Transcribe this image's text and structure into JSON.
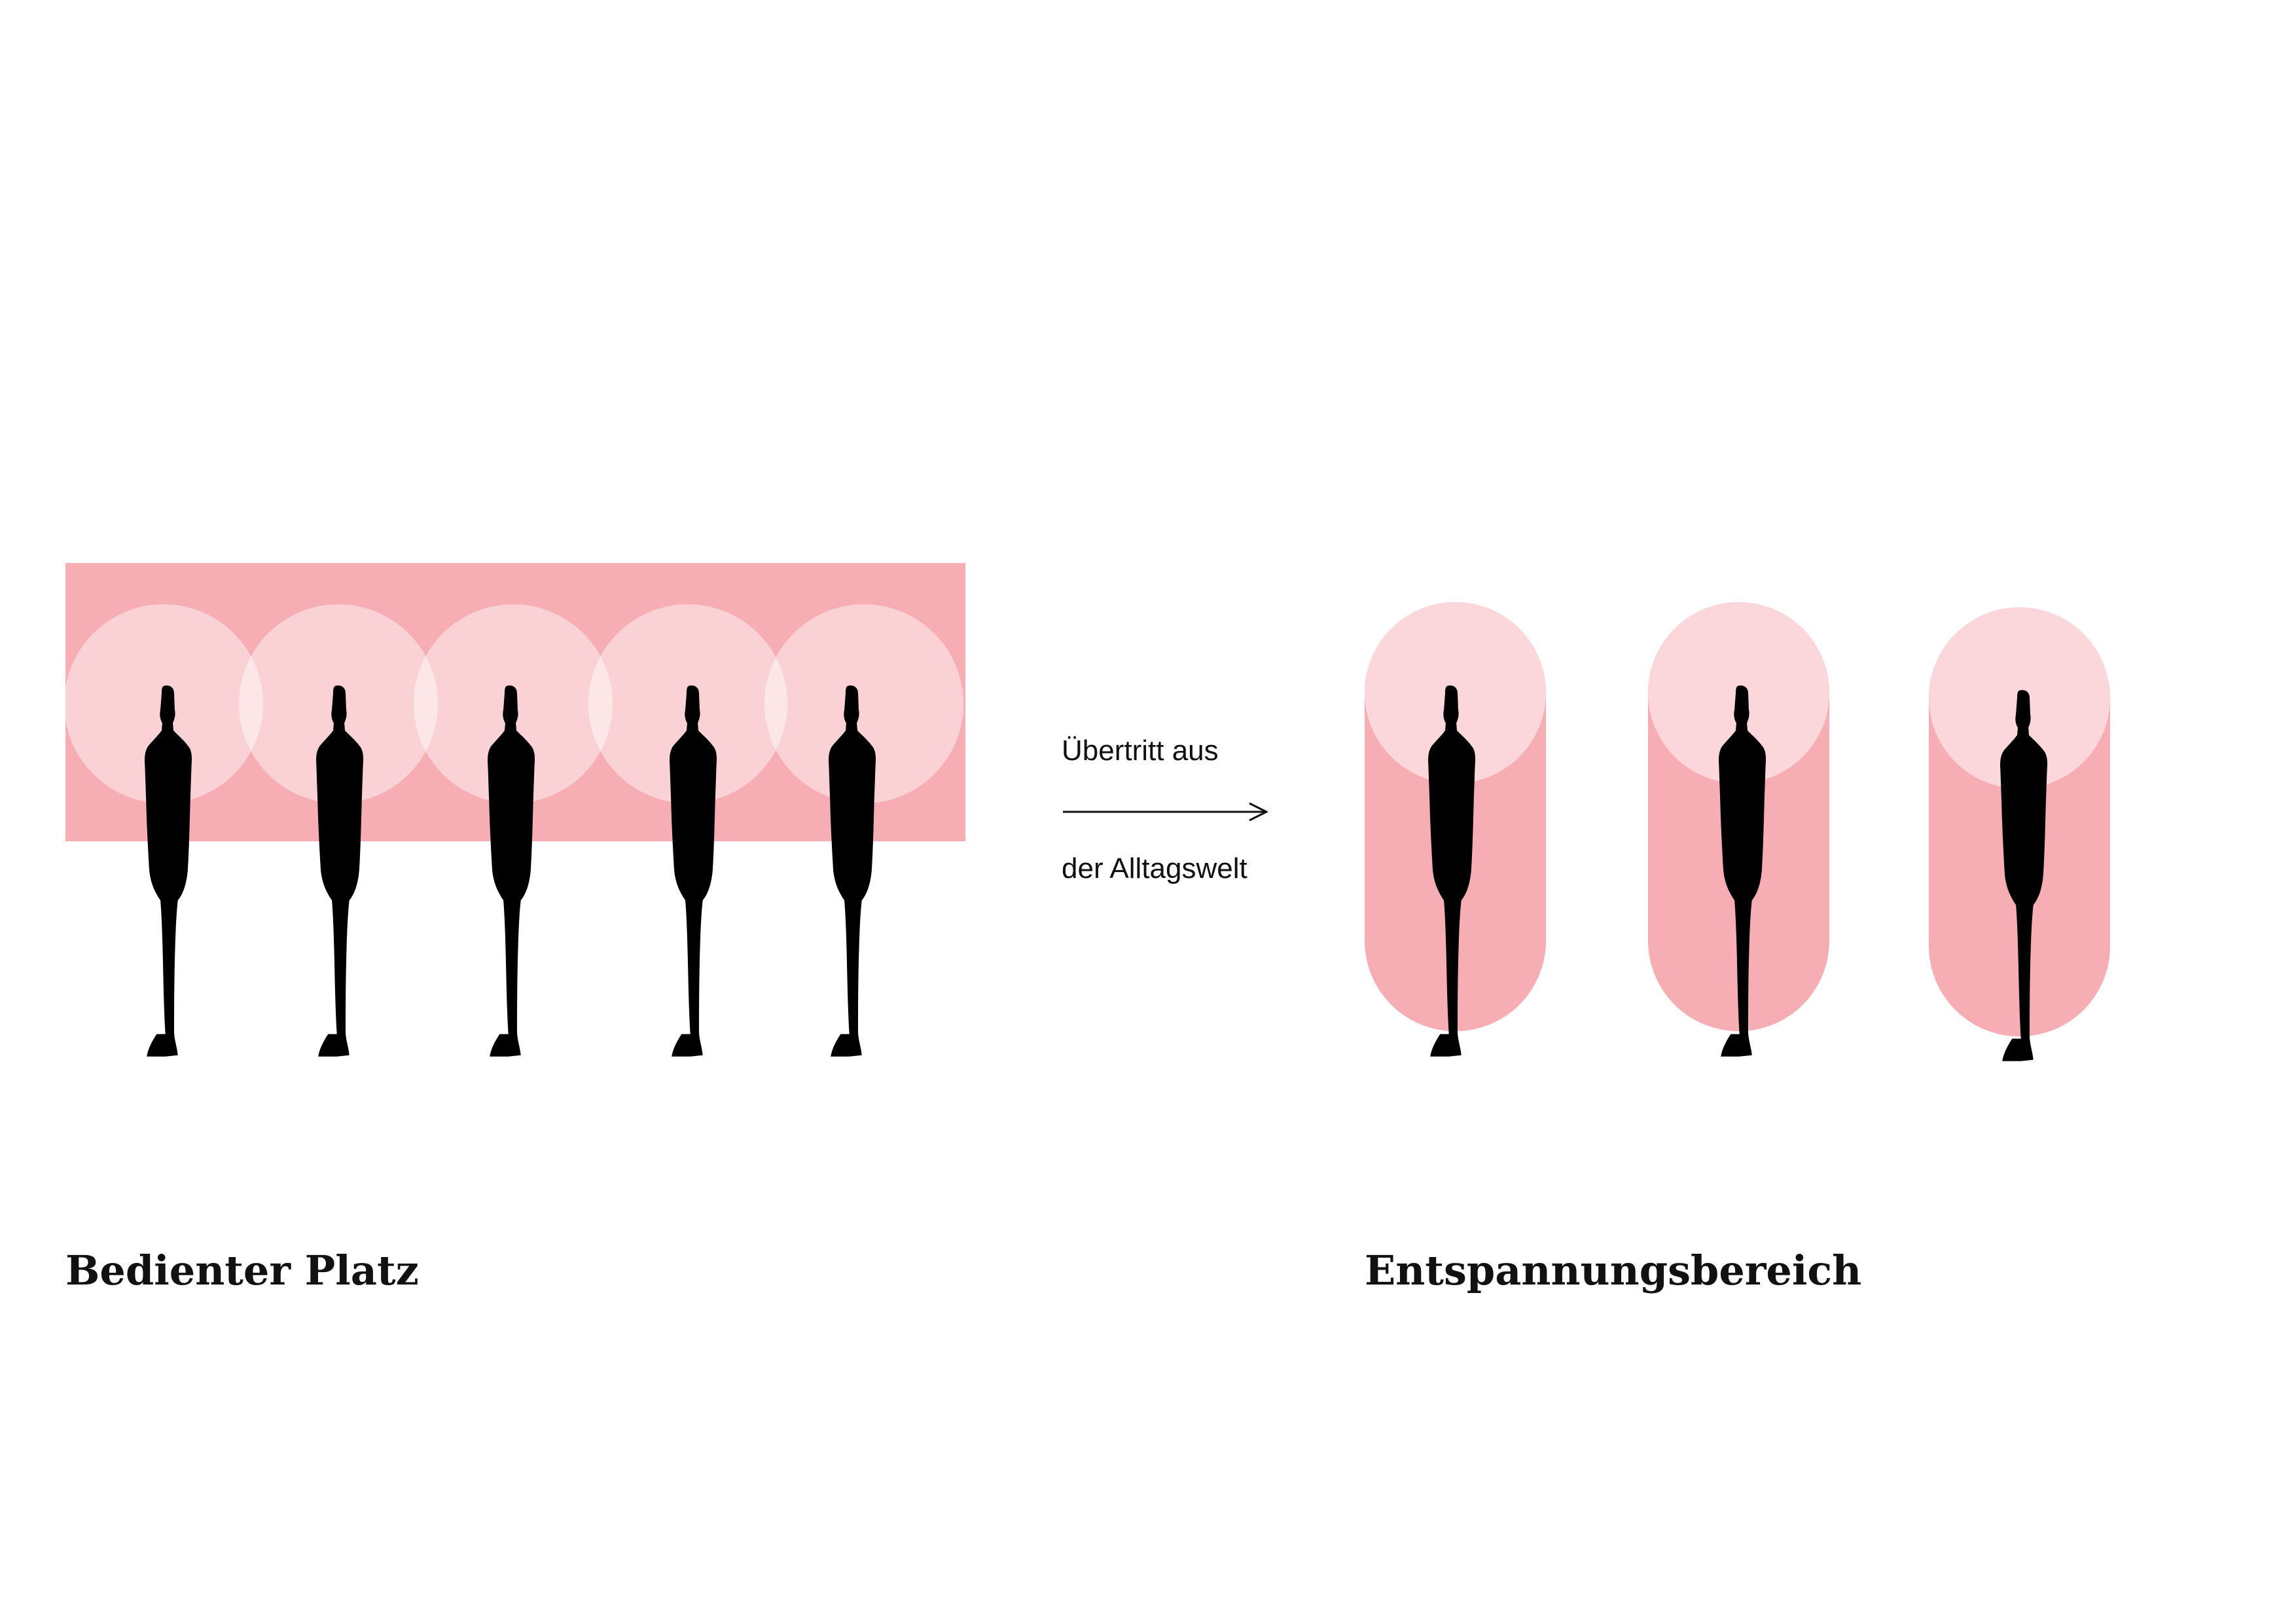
{
  "captions": {
    "left": "Bedienter Platz",
    "right": "Entspannungsbereich"
  },
  "arrow": {
    "line1": "Übertritt aus",
    "line2": "der Alltagswelt"
  },
  "colors": {
    "zone": "#f6aeb4",
    "aura": "#fbd6da",
    "figure": "#000000",
    "text": "#111111"
  },
  "figure_icon": "person-silhouette-icon",
  "arrow_icon": "arrow-right-icon"
}
